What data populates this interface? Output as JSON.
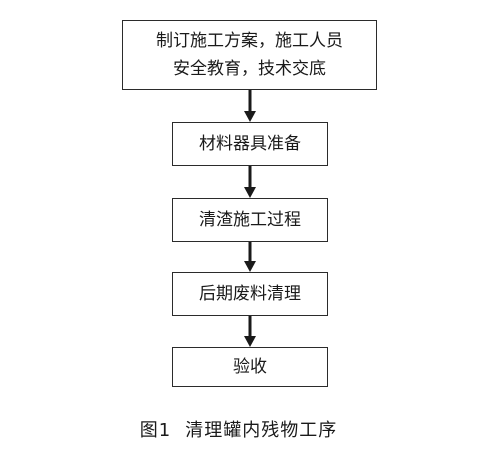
{
  "diagram": {
    "steps": [
      {
        "lines": [
          "制订施工方案，施工人员",
          "安全教育，技术交底"
        ]
      },
      {
        "lines": [
          "材料器具准备"
        ]
      },
      {
        "lines": [
          "清渣施工过程"
        ]
      },
      {
        "lines": [
          "后期废料清理"
        ]
      },
      {
        "lines": [
          "验收"
        ]
      }
    ],
    "line_color": "#1a1a1a"
  },
  "caption": {
    "number": "图1",
    "text": "清理罐内残物工序"
  }
}
